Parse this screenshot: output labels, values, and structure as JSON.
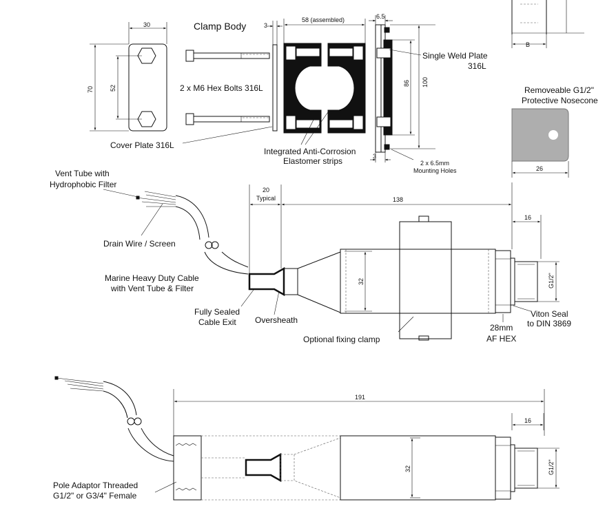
{
  "clamp": {
    "title": "Clamp Body",
    "dim_width": "30",
    "dim_height": "70",
    "dim_inner": "52",
    "dim_3": "3",
    "dim_assembled": "58 (assembled)",
    "dim_6_5": "6.5",
    "dim_86": "86",
    "dim_100": "100",
    "dim_3b": "3",
    "bolts_label": "2 x M6 Hex Bolts 316L",
    "cover_label": "Cover Plate 316L",
    "strips_line1": "Integrated Anti-Corrosion",
    "strips_line2": "Elastomer strips",
    "weld_line1": "Single Weld Plate",
    "weld_line2": "316L",
    "holes_line1": "2 x 6.5mm",
    "holes_line2": "Mounting Holes",
    "dim_b": "B"
  },
  "nosecone": {
    "line1": "Removeable G1/2\"",
    "line2": "Protective Nosecone",
    "dim_26": "26"
  },
  "sensor1": {
    "vent_line1": "Vent Tube with",
    "vent_line2": "Hydrophobic Filter",
    "drain_label": "Drain Wire / Screen",
    "cable_line1": "Marine Heavy Duty Cable",
    "cable_line2": "with Vent Tube & Filter",
    "exit_line1": "Fully Sealed",
    "exit_line2": "Cable Exit",
    "oversheath": "Oversheath",
    "fixing_clamp": "Optional fixing clamp",
    "hex_line1": "28mm",
    "hex_line2": "AF HEX",
    "viton_line1": "Viton Seal",
    "viton_line2": "to DIN 3869",
    "dim_20": "20",
    "dim_typical": "Typical",
    "dim_138": "138",
    "dim_16": "16",
    "dim_32": "32",
    "dim_thread": "G1/2\""
  },
  "sensor2": {
    "adaptor_line1": "Pole Adaptor Threaded",
    "adaptor_line2": "G1/2\" or G3/4\" Female",
    "dim_191": "191",
    "dim_16": "16",
    "dim_32": "32",
    "dim_thread": "G1/2\""
  }
}
